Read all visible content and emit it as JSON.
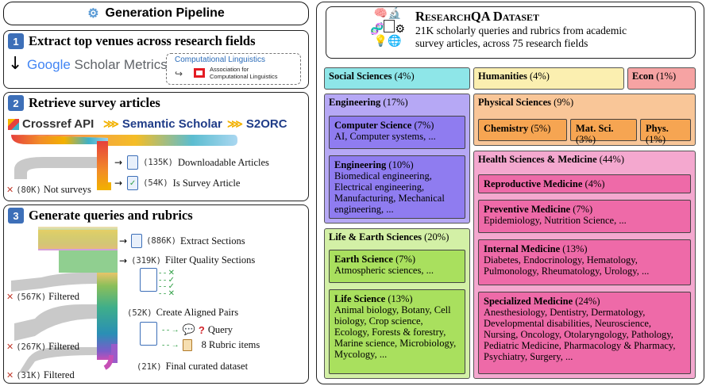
{
  "left": {
    "title": "Generation Pipeline",
    "step1": {
      "num": "1",
      "title": "Extract top venues across research fields",
      "google_scholar_metrics": [
        "Google",
        " Scholar Metrics"
      ],
      "venue_header": "Computational Linguistics",
      "venue_name_line1": "Association for",
      "venue_name_line2": "Computational Linguistics"
    },
    "step2": {
      "num": "2",
      "title": "Retrieve survey articles",
      "sources": [
        "Crossref API",
        "Semantic Scholar",
        "S2ORC"
      ],
      "downloadable_count": "(135K)",
      "downloadable_label": "Downloadable Articles",
      "survey_count": "(54K)",
      "survey_label": "Is Survey Article",
      "not_survey_count": "(80K)",
      "not_survey_label": "Not surveys"
    },
    "step3": {
      "num": "3",
      "title": "Generate queries and rubrics",
      "extract_count": "(886K)",
      "extract_label": "Extract Sections",
      "filter_count": "(319K)",
      "filter_label": "Filter Quality Sections",
      "pairs_count": "(52K)",
      "pairs_label": "Create Aligned Pairs",
      "query_label": "Query",
      "rubric_label": "8 Rubric items",
      "final_count": "(21K)",
      "final_label": "Final curated dataset",
      "filtered": [
        {
          "count": "(567K)",
          "label": "Filtered"
        },
        {
          "count": "(267K)",
          "label": "Filtered"
        },
        {
          "count": "(31K)",
          "label": "Filtered"
        }
      ]
    }
  },
  "right": {
    "title": "ResearchQA Dataset",
    "subtitle_line1": "21K scholarly queries and rubrics from academic",
    "subtitle_line2": "survey articles, across 75 research fields",
    "categories": {
      "social": {
        "name": "Social Sciences",
        "pct": "(4%)",
        "color": "#8ee6e8"
      },
      "humanities": {
        "name": "Humanities",
        "pct": "(4%)",
        "color": "#fbefb0"
      },
      "econ": {
        "name": "Econ",
        "pct": "(1%)",
        "color": "#f6a3a3"
      },
      "engineering": {
        "name": "Engineering",
        "pct": "(17%)",
        "color": "#b6a8f5",
        "subs": [
          {
            "name": "Computer Science",
            "pct": "(7%)",
            "desc": "AI, Computer systems, ..."
          },
          {
            "name": "Engineering",
            "pct": "(10%)",
            "desc": "Biomedical engineering, Electrical engineering, Manufacturing, Mechanical engineering, ..."
          }
        ]
      },
      "life_earth": {
        "name": "Life & Earth Sciences",
        "pct": "(20%)",
        "color": "#d3f0a6",
        "subs": [
          {
            "name": "Earth Science",
            "pct": "(7%)",
            "desc": "Atmospheric sciences, ..."
          },
          {
            "name": "Life Science",
            "pct": "(13%)",
            "desc": "Animal biology, Botany, Cell biology, Crop science, Ecology, Forests & forestry, Marine science, Microbiology, Mycology, ..."
          }
        ]
      },
      "physical": {
        "name": "Physical Sciences",
        "pct": "(9%)",
        "color": "#f9c698",
        "subs": [
          {
            "name": "Chemistry",
            "pct": "(5%)"
          },
          {
            "name": "Mat. Sci.",
            "pct": "(3%)"
          },
          {
            "name": "Phys.",
            "pct": "(1%)"
          }
        ]
      },
      "health": {
        "name": "Health Sciences & Medicine",
        "pct": "(44%)",
        "color": "#f4a8cf",
        "subs": [
          {
            "name": "Reproductive Medicine",
            "pct": "(4%)",
            "desc": ""
          },
          {
            "name": "Preventive Medicine",
            "pct": "(7%)",
            "desc": "Epidemiology, Nutrition Science, ..."
          },
          {
            "name": "Internal Medicine",
            "pct": "(13%)",
            "desc": "Diabetes, Endocrinology, Hematology, Pulmonology, Rheumatology, Urology, ..."
          },
          {
            "name": "Specialized Medicine",
            "pct": "(24%)",
            "desc": "Anesthesiology, Dentistry, Dermatology, Developmental disabilities, Neuroscience, Nursing, Oncology, Otolaryngology, Pathology, Pediatric Medicine, Pharmacology & Pharmacy, Psychiatry, Surgery, ..."
          }
        ]
      }
    }
  }
}
